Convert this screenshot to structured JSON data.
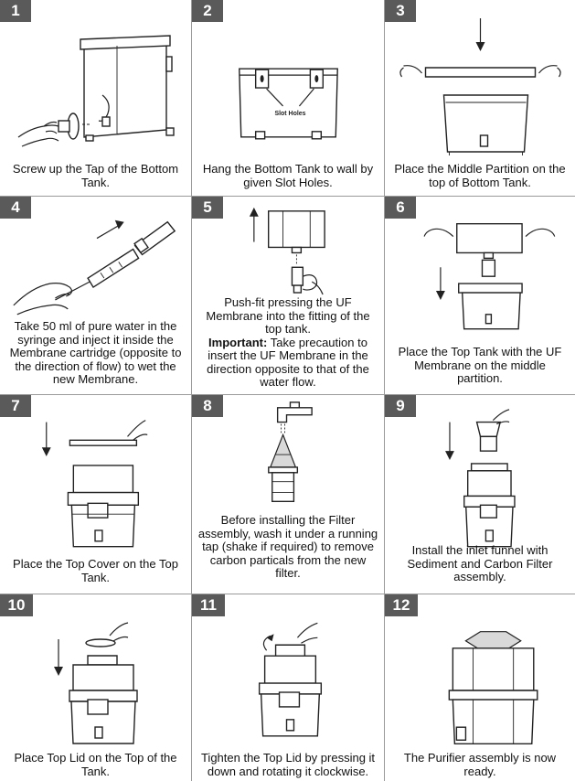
{
  "steps": [
    {
      "number": "1",
      "caption": "Screw up the Tap of the Bottom Tank."
    },
    {
      "number": "2",
      "caption": "Hang the Bottom Tank to wall by given Slot Holes.",
      "callout": "Slot Holes"
    },
    {
      "number": "3",
      "caption": "Place the Middle Partition on the top of Bottom Tank."
    },
    {
      "number": "4",
      "caption": "Take 50 ml of pure water in the syringe and inject it inside the Membrane cartridge (opposite to the direction of flow) to wet the new Membrane."
    },
    {
      "number": "5",
      "caption": "Push-fit pressing the UF Membrane into the fitting of the top tank.",
      "important_label": "Important:",
      "important_text": "Take precaution to insert the UF Membrane in the direction opposite to that of the water flow."
    },
    {
      "number": "6",
      "caption": "Place the Top Tank with the UF Membrane on the middle partition."
    },
    {
      "number": "7",
      "caption": "Place the Top Cover on the Top Tank."
    },
    {
      "number": "8",
      "caption": "Before installing the Filter assembly, wash it under a running tap (shake if required) to remove carbon particals from the new filter."
    },
    {
      "number": "9",
      "caption": "Install the inlet funnel with Sediment and Carbon Filter assembly."
    },
    {
      "number": "10",
      "caption": "Place Top Lid on the Top of the Tank."
    },
    {
      "number": "11",
      "caption": "Tighten the Top Lid by pressing it down and rotating it clockwise."
    },
    {
      "number": "12",
      "caption": "The Purifier assembly is now ready."
    }
  ]
}
